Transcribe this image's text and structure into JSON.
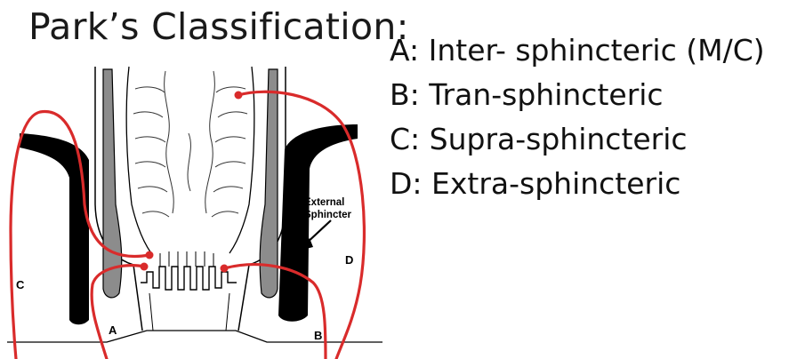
{
  "title": "Park’s Classification:",
  "legend": [
    "A: Inter- sphincteric (M/C)",
    "B: Tran-sphincteric",
    "C: Supra-sphincteric",
    "D: Extra-sphincteric"
  ],
  "diagram": {
    "annotation_line1": "External",
    "annotation_line2": "Sphincter",
    "labels": {
      "a": "A",
      "b": "B",
      "c": "C",
      "d": "D"
    },
    "colors": {
      "fistula_track": "#d92b2b",
      "muscle": "#000000",
      "internal_sphincter": "#8c8c8c"
    }
  }
}
